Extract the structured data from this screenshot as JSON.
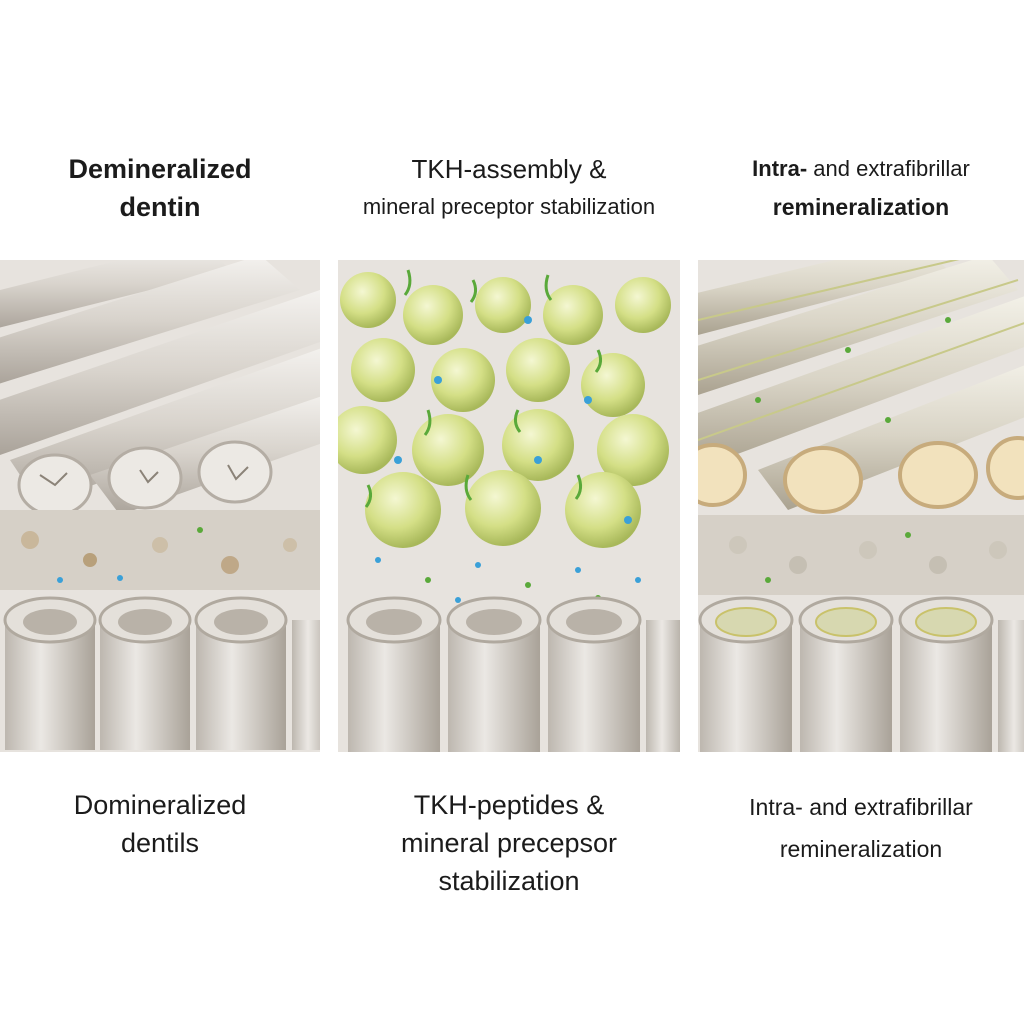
{
  "panels": [
    {
      "heading": [
        "Demineralized",
        "dentin"
      ],
      "caption": [
        "Domineralized",
        "dentils"
      ]
    },
    {
      "heading": [
        "TKH-assembly &",
        "mineral preceptor stabilization"
      ],
      "caption": [
        "TKH-peptides &",
        "mineral precepsor",
        "stabilization"
      ]
    },
    {
      "heading_prefix": "Intra-",
      "heading_rest": " and extrafibrillar",
      "heading_line2": "remineralization",
      "caption": [
        "Intra- and extrafibrillar",
        "remineralization"
      ]
    }
  ],
  "colors": {
    "matrix": "#e7e3de",
    "fibril": "#d9d5cf",
    "fibril_shade": "#b9b3ab",
    "sphere": "#d6e08a",
    "peptide_green": "#5aa93a",
    "peptide_blue": "#3aa0d8",
    "mineral_core": "#f2e2bd"
  }
}
